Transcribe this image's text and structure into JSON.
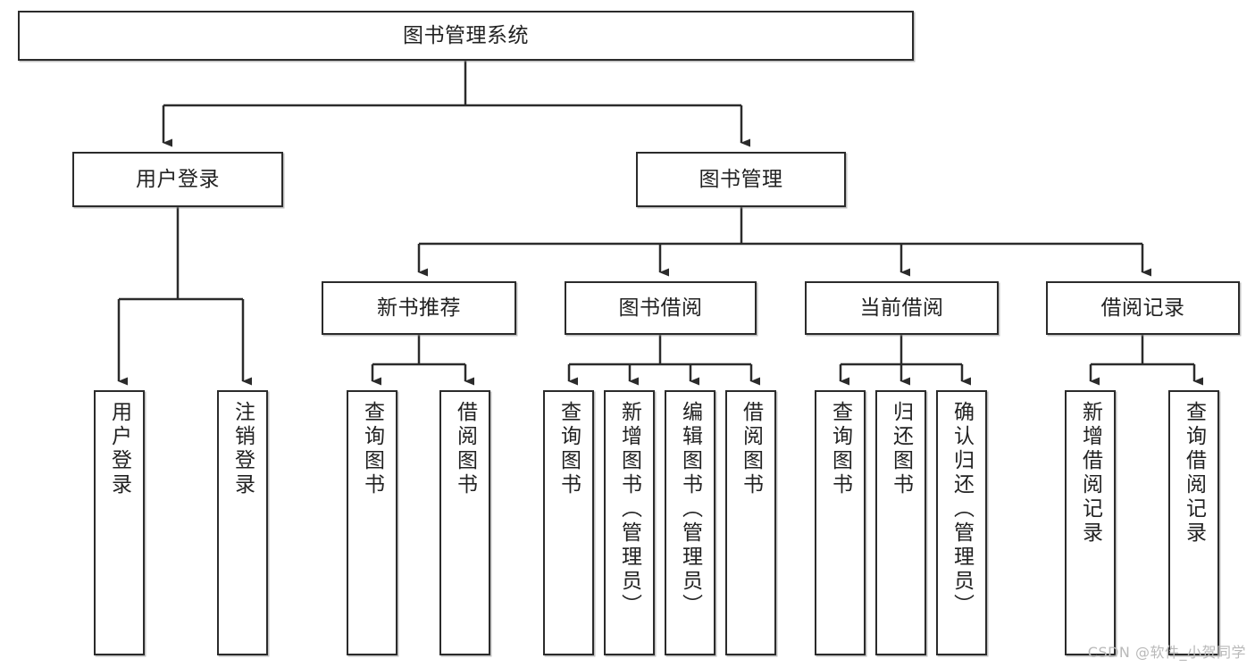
{
  "diagram": {
    "type": "tree-hierarchy",
    "title": "图书管理系统",
    "root": {
      "id": "root",
      "label": "图书管理系统"
    },
    "level1": [
      {
        "id": "user-login",
        "label": "用户登录"
      },
      {
        "id": "book-management",
        "label": "图书管理"
      }
    ],
    "level2": [
      {
        "id": "new-book-recommend",
        "label": "新书推荐",
        "parent": "book-management"
      },
      {
        "id": "book-borrow",
        "label": "图书借阅",
        "parent": "book-management"
      },
      {
        "id": "current-borrow",
        "label": "当前借阅",
        "parent": "book-management"
      },
      {
        "id": "borrow-record",
        "label": "借阅记录",
        "parent": "book-management"
      }
    ],
    "leaves": [
      {
        "id": "leaf-user-login",
        "label": "用户登录",
        "parent": "user-login"
      },
      {
        "id": "leaf-logout-login",
        "label": "注销登录",
        "parent": "user-login"
      },
      {
        "id": "leaf-query-book-1",
        "label": "查询图书",
        "parent": "new-book-recommend"
      },
      {
        "id": "leaf-borrow-book-1",
        "label": "借阅图书",
        "parent": "new-book-recommend"
      },
      {
        "id": "leaf-query-book-2",
        "label": "查询图书",
        "parent": "book-borrow"
      },
      {
        "id": "leaf-add-book",
        "label": "新增图书（管理员）",
        "parent": "book-borrow"
      },
      {
        "id": "leaf-edit-book",
        "label": "编辑图书（管理员）",
        "parent": "book-borrow"
      },
      {
        "id": "leaf-borrow-book-2",
        "label": "借阅图书",
        "parent": "book-borrow"
      },
      {
        "id": "leaf-query-book-3",
        "label": "查询图书",
        "parent": "current-borrow"
      },
      {
        "id": "leaf-return-book",
        "label": "归还图书",
        "parent": "current-borrow"
      },
      {
        "id": "leaf-confirm-return",
        "label": "确认归还（管理员）",
        "parent": "current-borrow"
      },
      {
        "id": "leaf-add-record",
        "label": "新增借阅记录",
        "parent": "borrow-record"
      },
      {
        "id": "leaf-query-record",
        "label": "查询借阅记录",
        "parent": "borrow-record"
      }
    ],
    "colors": {
      "stroke": "#2b2b2b",
      "fill": "#ffffff",
      "text": "#222222",
      "watermark": "#b9b9b9"
    }
  },
  "watermark": {
    "text": "CSDN @软件_小贺同学"
  }
}
